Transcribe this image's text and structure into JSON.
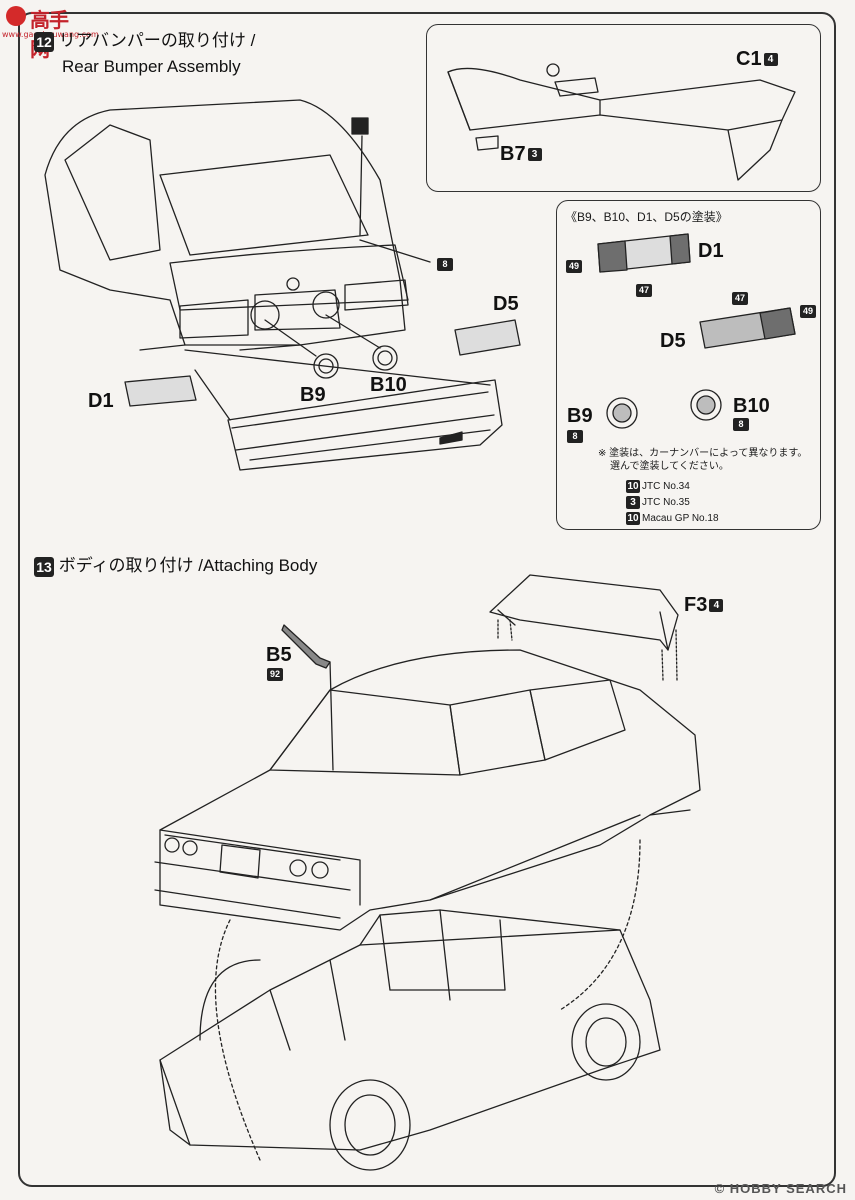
{
  "watermark": {
    "brand": "高手网",
    "url": "www.gaoshouwang.com"
  },
  "step12": {
    "number": "12",
    "title_jp": "リアバンパーの取り付け /",
    "title_en": "Rear Bumper Assembly",
    "parts": {
      "c1": "C1",
      "c1_code": "4",
      "b7": "B7",
      "b7_code": "3",
      "d5": "D5",
      "d1": "D1",
      "b9": "B9",
      "b10": "B10",
      "code_8": "8"
    }
  },
  "paint_box": {
    "title": "《B9、B10、D1、D5の塗装》",
    "d1": "D1",
    "d5": "D5",
    "color_49": "49",
    "color_47": "47",
    "b9": "B9",
    "b9_code": "8",
    "b10": "B10",
    "b10_code": "8",
    "note_line1": "※ 塗装は、カーナンバーによって異なります。",
    "note_line2": "選んで塗装してください。",
    "variants": [
      {
        "code": "10",
        "label": "JTC No.34"
      },
      {
        "code": "3",
        "label": "JTC No.35"
      },
      {
        "code": "10",
        "label": "Macau GP No.18"
      }
    ]
  },
  "step13": {
    "number": "13",
    "title": "ボディの取り付け /Attaching Body",
    "parts": {
      "b5": "B5",
      "b5_code": "92",
      "f3": "F3",
      "f3_code": "4"
    }
  },
  "credit": "© HOBBY SEARCH",
  "colors": {
    "ink": "#1a1a1a",
    "paper": "#f6f4f1",
    "grey_light": "#bdbdbd",
    "grey_dark": "#6e6e6e",
    "watermark": "#c4232b"
  }
}
